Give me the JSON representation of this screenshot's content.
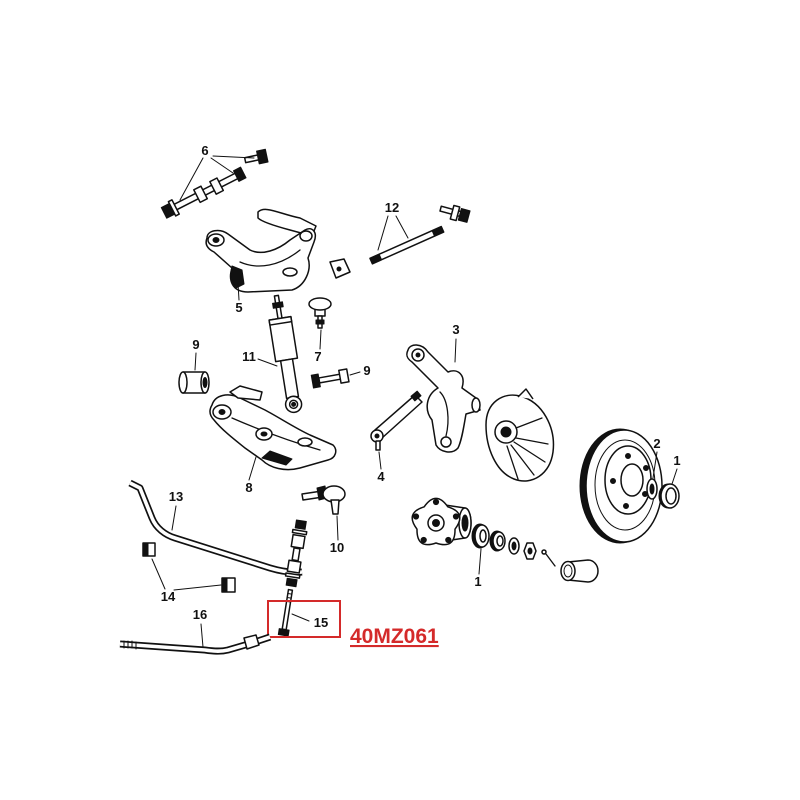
{
  "diagram": {
    "callouts": [
      "6",
      "12",
      "5",
      "7",
      "9",
      "11",
      "9",
      "3",
      "4",
      "8",
      "2",
      "1",
      "13",
      "10",
      "1",
      "14",
      "16",
      "15"
    ],
    "part_number": "40MZ061"
  },
  "colors": {
    "line": "#111111",
    "highlight": "#d42a2a"
  }
}
